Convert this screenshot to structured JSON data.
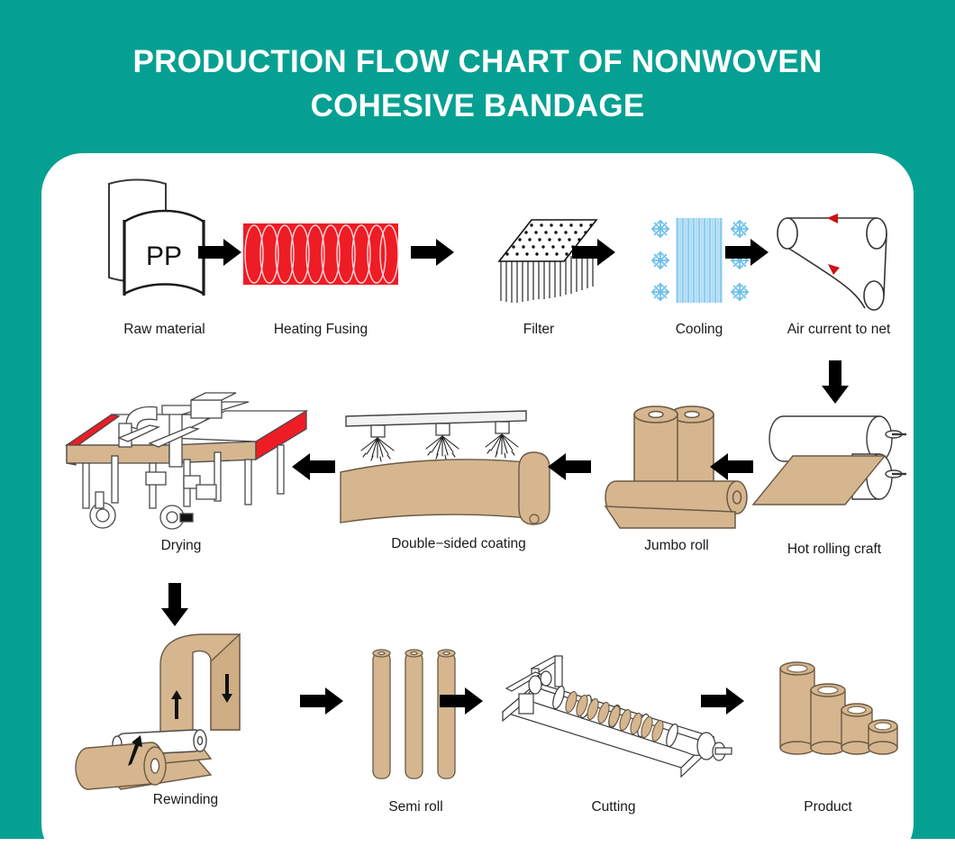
{
  "page": {
    "title_line1": "PRODUCTION FLOW CHART OF NONWOVEN",
    "title_line2": "COHESIVE BANDAGE",
    "title_full": "PRODUCTION FLOW CHART OF NONWOVEN COHESIVE BANDAGE",
    "background_color": "#06a092",
    "card_color": "#ffffff",
    "title_color": "#ffffff",
    "label_color": "#1a1a1a",
    "arrow_color": "#000000",
    "fabric_color": "#d5b68f",
    "heater_color": "#ee1c25",
    "cooling_color": "#8ecdf0",
    "accent_red": "#cc1111"
  },
  "flow": {
    "row1": [
      {
        "id": "raw-material",
        "label": "Raw material",
        "material_code": "PP"
      },
      {
        "id": "heating-fusing",
        "label": "Heating Fusing"
      },
      {
        "id": "filter",
        "label": "Filter"
      },
      {
        "id": "cooling",
        "label": "Cooling"
      },
      {
        "id": "air-current-to-net",
        "label": "Air current to net"
      }
    ],
    "row2": [
      {
        "id": "drying",
        "label": "Drying"
      },
      {
        "id": "double-sided-coating",
        "label": "Double−sided coating"
      },
      {
        "id": "jumbo-roll",
        "label": "Jumbo roll"
      },
      {
        "id": "hot-rolling-craft",
        "label": "Hot rolling craft"
      }
    ],
    "row3": [
      {
        "id": "rewinding",
        "label": "Rewinding"
      },
      {
        "id": "semi-roll",
        "label": "Semi roll"
      },
      {
        "id": "cutting",
        "label": "Cutting"
      },
      {
        "id": "product",
        "label": "Product"
      }
    ],
    "connectors": {
      "row1_arrows": "right",
      "row1_to_row2": "down",
      "row2_arrows": "left",
      "row2_to_row3": "down",
      "row3_arrows": "right"
    }
  }
}
